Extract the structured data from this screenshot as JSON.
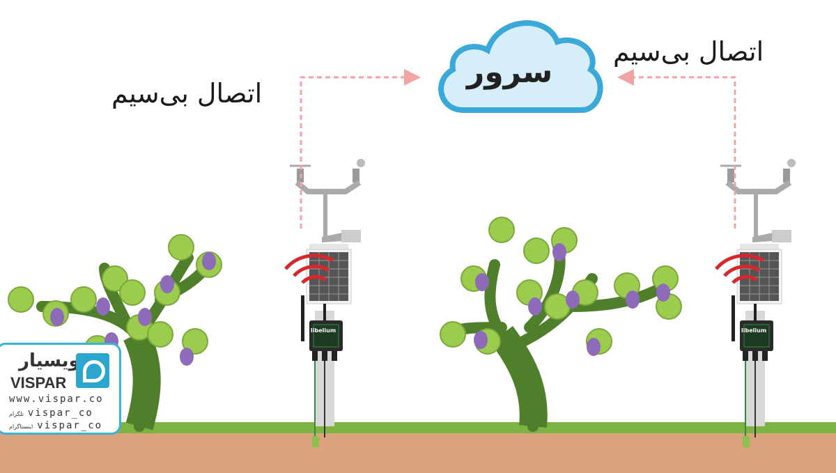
{
  "server": {
    "label": "سرور"
  },
  "connections": {
    "left_label": "اتصال بی‌سیم",
    "right_label": "اتصال بی‌سیم"
  },
  "station": {
    "brand": "libelium"
  },
  "logo": {
    "name_fa": "ویسیار",
    "name_en": "VISPAR",
    "website": "www.vispar.co",
    "telegram_label": "تلگرام",
    "telegram_handle": "vispar_co",
    "instagram_label": "اینستاگرام",
    "instagram_handle": "vispar_co"
  },
  "colors": {
    "cloud_stroke": "#3aa8d8",
    "cloud_fill": "#d6eef9",
    "link": "#f2a3a3",
    "signal": "#d9262c",
    "ground": "#d9a47d",
    "grass": "#7cb342",
    "trunk": "#4f7f2b",
    "leaf": "#9ccc4e",
    "grape": "#8e6bb8"
  }
}
